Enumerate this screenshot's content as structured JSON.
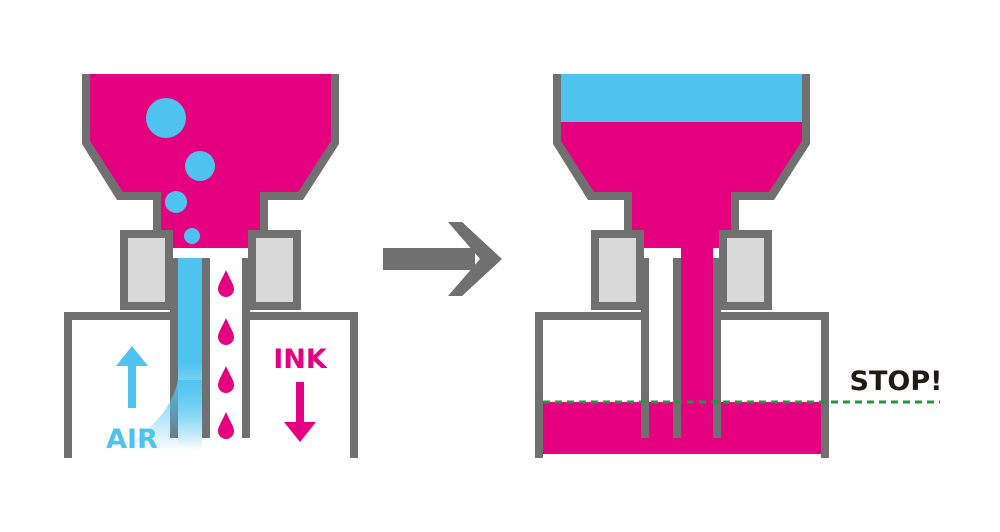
{
  "colors": {
    "ink": "#E4007F",
    "air": "#4FC3F0",
    "wall": "#707070",
    "collar": "#D9D9D9",
    "stop_line": "#1E9A3C",
    "arrow": "#707070",
    "stop_text": "#231815"
  },
  "labels": {
    "ink": "INK",
    "air": "AIR",
    "stop": "STOP!"
  },
  "icons": {
    "process_arrow": "arrow-right-icon",
    "air_direction": "arrow-up-icon",
    "ink_direction": "arrow-down-icon",
    "ink_drop": "ink-drop-icon",
    "bubble": "air-bubble-icon"
  }
}
